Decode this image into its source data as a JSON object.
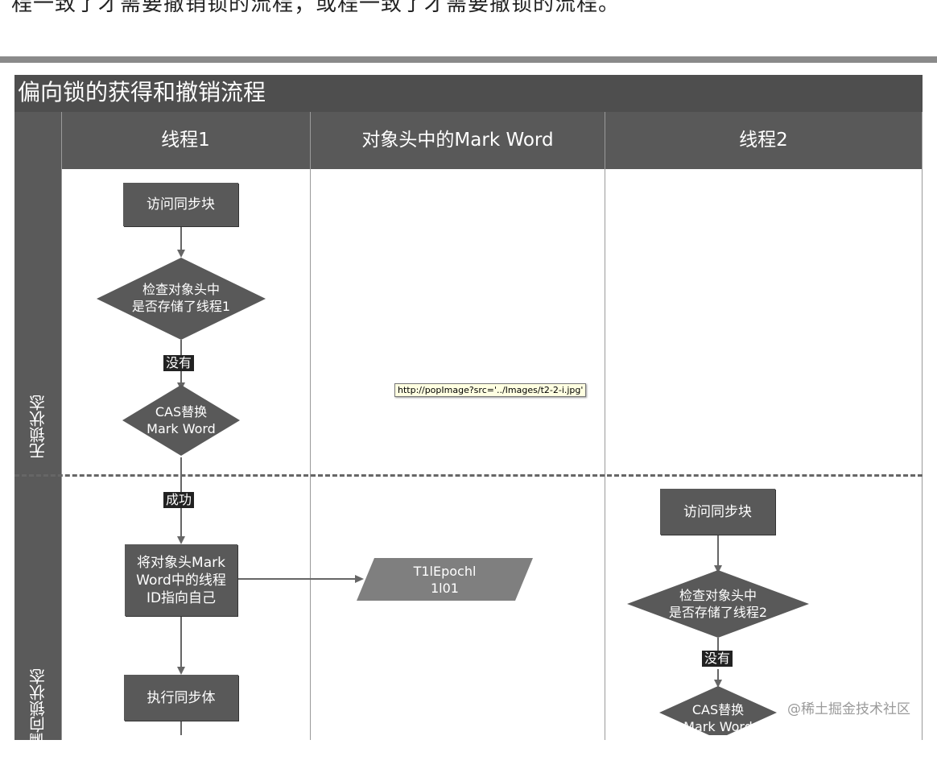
{
  "top_text": "程一致了才需要撤销锁的流程；或程一致了才需要撤锁的流程。",
  "diagram": {
    "title": "偏向锁的获得和撤销流程",
    "columns": [
      "线程1",
      "对象头中的Mark Word",
      "线程2"
    ],
    "states": [
      "无锁状态",
      "偏向锁状态"
    ],
    "nodes": {
      "t1_access": "访问同步块",
      "t1_check_1": "检查对象头中",
      "t1_check_2": "是否存储了线程1",
      "t1_no": "没有",
      "t1_cas_1": "CAS替换",
      "t1_cas_2": "Mark Word",
      "t1_success": "成功",
      "t1_set_1": "将对象头Mark",
      "t1_set_2": "Word中的线程",
      "t1_set_3": "ID指向自己",
      "t1_exec": "执行同步体",
      "mw_1": "T1lEpochl",
      "mw_2": "1l01",
      "t2_access": "访问同步块",
      "t2_check_1": "检查对象头中",
      "t2_check_2": "是否存储了线程2",
      "t2_no": "没有",
      "t2_cas_1": "CAS替换",
      "t2_cas_2": "Mark Word"
    }
  },
  "tooltip": "http://popImage?src='../Images/t2-2-i.jpg'",
  "watermark": "@稀土掘金技术社区"
}
